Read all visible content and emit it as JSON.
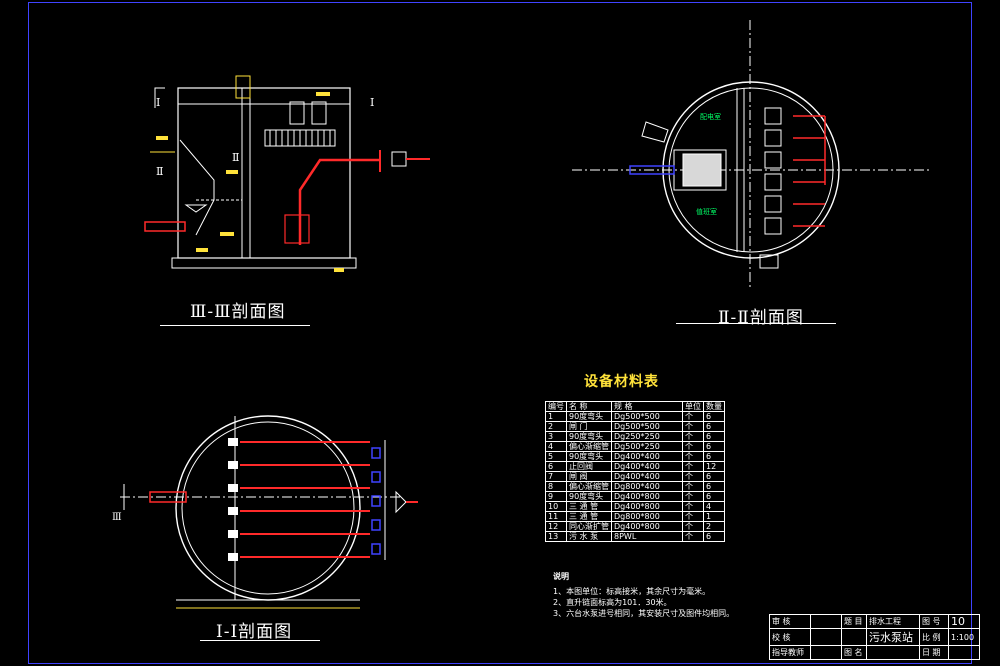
{
  "sections": {
    "iii": "Ⅲ-Ⅲ剖面图",
    "ii": "Ⅱ-Ⅱ剖面图",
    "i": "Ⅰ-Ⅰ剖面图"
  },
  "section_marks": {
    "i": "Ⅰ",
    "ii": "Ⅱ",
    "iii": "Ⅲ"
  },
  "rooms": {
    "distribution": "配电室",
    "control": "值班室"
  },
  "equipment_table": {
    "title": "设备材料表",
    "headers": [
      "编号",
      "名 称",
      "规 格",
      "单位",
      "数量"
    ],
    "rows": [
      [
        "1",
        "90度弯头",
        "Dg500*500",
        "个",
        "6"
      ],
      [
        "2",
        "闸 门",
        "Dg500*500",
        "个",
        "6"
      ],
      [
        "3",
        "90度弯头",
        "Dg250*250",
        "个",
        "6"
      ],
      [
        "4",
        "偏心渐缩管",
        "Dg500*250",
        "个",
        "6"
      ],
      [
        "5",
        "90度弯头",
        "Dg400*400",
        "个",
        "6"
      ],
      [
        "6",
        "止回阀",
        "Dg400*400",
        "个",
        "12"
      ],
      [
        "7",
        "闸 阀",
        "Dg400*400",
        "个",
        "6"
      ],
      [
        "8",
        "偏心渐缩管",
        "Dg800*400",
        "个",
        "6"
      ],
      [
        "9",
        "90度弯头",
        "Dg400*800",
        "个",
        "6"
      ],
      [
        "10",
        "三 通 管",
        "Dg400*800",
        "个",
        "4"
      ],
      [
        "11",
        "三 通 管",
        "Dg800*800",
        "个",
        "1"
      ],
      [
        "12",
        "同心渐扩管",
        "Dg400*800",
        "个",
        "2"
      ],
      [
        "13",
        "污 水 泵",
        "8PWL",
        "个",
        "6"
      ]
    ]
  },
  "notes": {
    "title": "说明",
    "items": [
      "1、本图单位：标高接米，其余尺寸为毫米。",
      "2、直升链面标高为101．30米。",
      "3、六台水泵进号相同，其安装尺寸及图件均相同。"
    ]
  },
  "title_block": {
    "r0": [
      "审 核",
      "",
      "题 目",
      "排水工程",
      "图 号",
      "10"
    ],
    "r1": [
      "校 核",
      "",
      "",
      "污水泵站",
      "比 例",
      "1:100"
    ],
    "r2": [
      "指导教师",
      "",
      "图 名",
      "",
      "日 期",
      ""
    ]
  },
  "colors": {
    "frame": "#3f43ff",
    "wall": "#ffffff",
    "pipe": "#ff2a2a",
    "pipe_blue": "#3f43ff",
    "dimension": "#ffe23a",
    "hatch": "#00ff66",
    "heading": "#ffe23a"
  }
}
